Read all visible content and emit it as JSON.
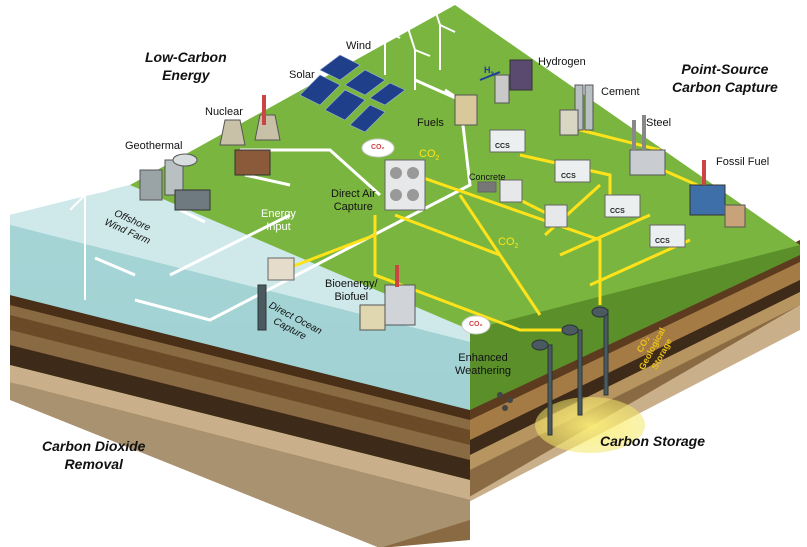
{
  "sections": {
    "low_carbon": "Low-Carbon\nEnergy",
    "point_source": "Point-Source\nCarbon Capture",
    "cdr": "Carbon Dioxide\nRemoval",
    "storage": "Carbon Storage"
  },
  "labels": {
    "wind": "Wind",
    "solar": "Solar",
    "hydrogen": "Hydrogen",
    "h2": "H",
    "h2_sub": "2",
    "cement": "Cement",
    "nuclear": "Nuclear",
    "steel": "Steel",
    "geothermal": "Geothermal",
    "fossil_fuel": "Fossil Fuel",
    "fuels": "Fuels",
    "co2_main": "CO",
    "co2_sub": "2",
    "concrete": "Concrete",
    "direct_air": "Direct Air\nCapture",
    "energy_input": "Energy\nInput",
    "offshore": "Offshore\nWind Farm",
    "co2_lower": "CO",
    "co2_lower_sub": "2",
    "bioenergy": "Bioenergy/\nBiofuel",
    "direct_ocean": "Direct Ocean\nCapture",
    "geo_storage": "CO₂\nGeological\nStorage",
    "enhanced": "Enhanced\nWeathering",
    "ccs": "CCS",
    "cloud_co2": "CO₂"
  },
  "colors": {
    "grass": "#78b43c",
    "grass_dark": "#5e9a2a",
    "ocean": "#b9dfe0",
    "ocean_side": "#8fc6c8",
    "soil_top": "#5a3a1e",
    "soil_mid": "#8b6a3e",
    "soil_light": "#c7a97a",
    "pipe_yellow": "#ffe21a",
    "energy_white": "#ffffff",
    "storage_glow": "#f4e76a"
  }
}
